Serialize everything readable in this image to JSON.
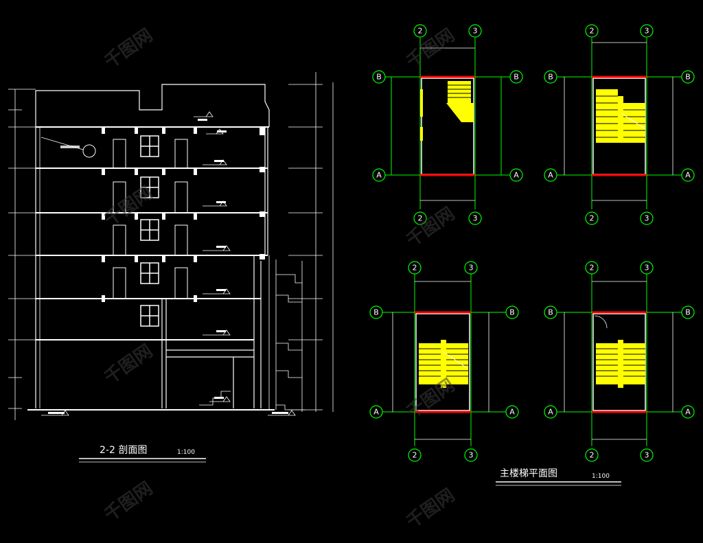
{
  "section": {
    "title": "2-2 剖面图",
    "scale": "1:100"
  },
  "stairs": {
    "title": "主楼梯平面图",
    "scale": "1:100",
    "axis_labels": [
      "2",
      "3",
      "B",
      "A"
    ]
  },
  "colors": {
    "background": "#000000",
    "lines": "#ffffff",
    "axis": "#00ff00",
    "stair_fill": "#ffff00",
    "wall_marks": "#ff0000"
  },
  "watermark": "千图网"
}
